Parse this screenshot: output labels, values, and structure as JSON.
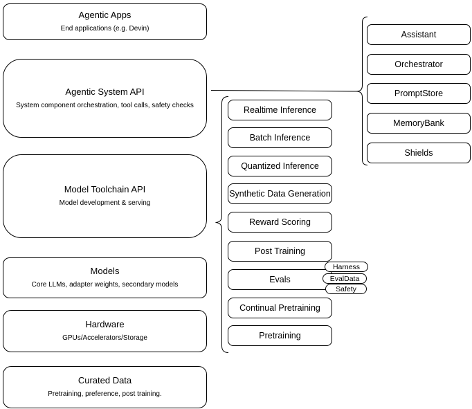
{
  "diagram": {
    "stack": [
      {
        "title": "Agentic Apps",
        "subtitle": "End applications (e.g. Devin)"
      },
      {
        "title": "Agentic System API",
        "subtitle": "System component orchestration, tool calls, safety checks"
      },
      {
        "title": "Model Toolchain API",
        "subtitle": "Model development & serving"
      },
      {
        "title": "Models",
        "subtitle": "Core LLMs, adapter weights, secondary models"
      },
      {
        "title": "Hardware",
        "subtitle": "GPUs/Accelerators/Storage"
      },
      {
        "title": "Curated Data",
        "subtitle": "Pretraining, preference, post training."
      }
    ],
    "toolchain_components": [
      "Realtime Inference",
      "Batch Inference",
      "Quantized Inference",
      "Synthetic Data Generation",
      "Reward Scoring",
      "Post Training",
      "Evals",
      "Continual Pretraining",
      "Pretraining"
    ],
    "evals_tags": [
      "Harness",
      "EvalData",
      "Safety"
    ],
    "system_components": [
      "Assistant",
      "Orchestrator",
      "PromptStore",
      "MemoryBank",
      "Shields"
    ],
    "colors": {
      "stroke": "#000000",
      "background": "#ffffff",
      "text": "#000000"
    }
  }
}
